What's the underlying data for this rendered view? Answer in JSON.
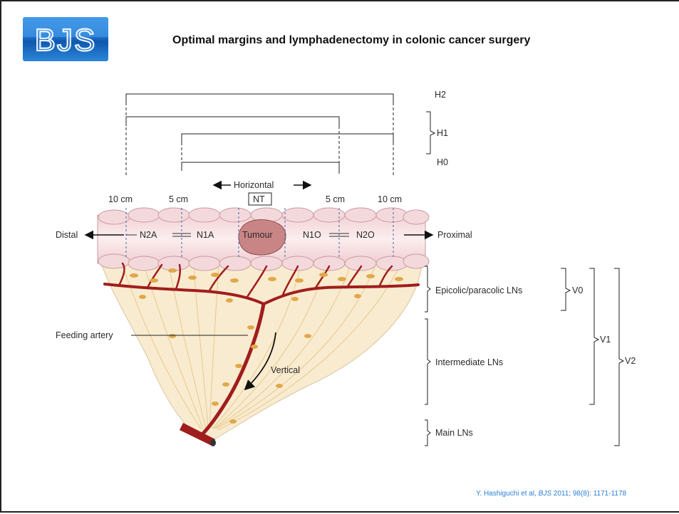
{
  "logo": {
    "text": "BJS"
  },
  "slide_title": "Optimal margins and lymphadenectomy in colonic cancer surgery",
  "diagram": {
    "labels": {
      "h2": "H2",
      "h1": "H1",
      "h0": "H0",
      "horizontal": "Horizontal",
      "nt": "NT",
      "dist_10cm_left": "10 cm",
      "dist_5cm_left": "5 cm",
      "dist_5cm_right": "5 cm",
      "dist_10cm_right": "10 cm",
      "distal": "Distal",
      "proximal": "Proximal",
      "n2a": "N2A",
      "n1a": "N1A",
      "tumour": "Tumour",
      "n1o": "N1O",
      "n2o": "N2O",
      "epicolic": "Epicolic/paracolic LNs",
      "intermediate": "Intermediate LNs",
      "main": "Main LNs",
      "v0": "V0",
      "v1": "V1",
      "v2": "V2",
      "feeding_artery": "Feeding artery",
      "vertical": "Vertical"
    }
  },
  "citation": {
    "authors": "Y. Hashiguchi et al, ",
    "journal": "BJS",
    "details": " 2011; 98(8): 1171-1178"
  }
}
